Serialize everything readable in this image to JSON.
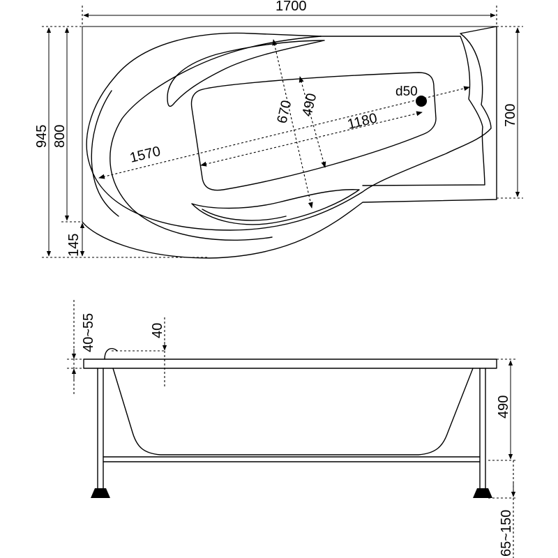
{
  "top_view": {
    "length_label": "1700",
    "total_width_label": "945",
    "bowl_width_label": "800",
    "offset_label": "145",
    "right_width_label": "700",
    "diagonal_length_label": "1570",
    "inner_length_label": "1180",
    "inner_width_label": "490",
    "max_width_label": "670",
    "drain_label": "d50"
  },
  "side_view": {
    "rim_height_label": "40~55",
    "lip_label": "40",
    "depth_label": "490",
    "leg_label": "65~150"
  }
}
